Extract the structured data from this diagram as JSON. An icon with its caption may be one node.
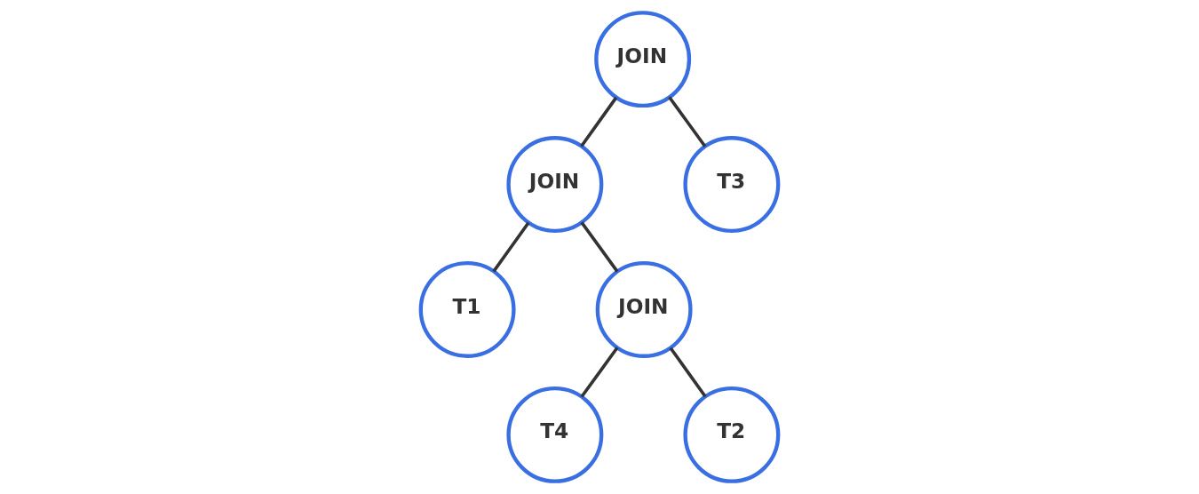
{
  "diagram": {
    "nodes": [
      {
        "text": [
          "JOIN"
        ]
      },
      {
        "text": [
          "JOIN"
        ]
      },
      {
        "text": [
          "T3"
        ]
      },
      {
        "text": [
          "T1"
        ]
      },
      {
        "text": [
          "JOIN"
        ]
      },
      {
        "text": [
          "T4"
        ]
      },
      {
        "text": [
          "T2"
        ]
      }
    ],
    "edges": [
      {
        "from": 0,
        "to": 1,
        "arrow": "none"
      },
      {
        "from": 0,
        "to": 2,
        "arrow": "none"
      },
      {
        "from": 1,
        "to": 3,
        "arrow": "none"
      },
      {
        "from": 1,
        "to": 4,
        "arrow": "none"
      },
      {
        "from": 4,
        "to": 5,
        "arrow": "none"
      },
      {
        "from": 4,
        "to": 6,
        "arrow": "none"
      }
    ]
  }
}
